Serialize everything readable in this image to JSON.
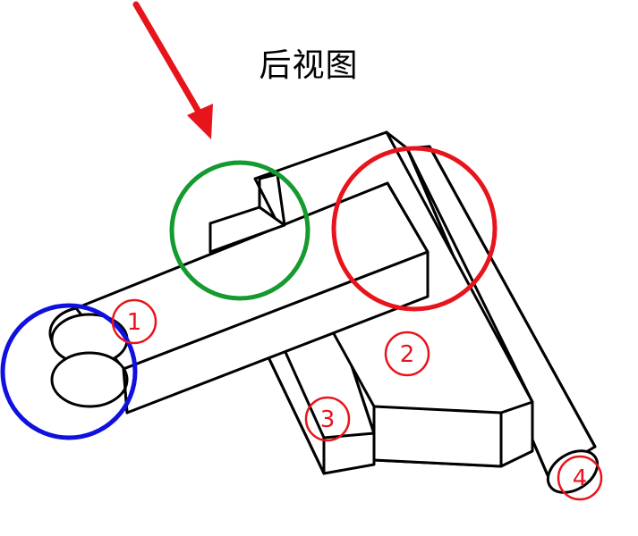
{
  "title": "后视图",
  "labels": [
    {
      "id": "part-1",
      "text": "1"
    },
    {
      "id": "part-2",
      "text": "2"
    },
    {
      "id": "part-3",
      "text": "3"
    },
    {
      "id": "part-4",
      "text": "4"
    }
  ],
  "colors": {
    "arrow": "#e8141b",
    "label": "#e8141b",
    "circle_blue": "#1010e0",
    "circle_green": "#159a2f",
    "circle_red": "#e8141b",
    "line": "#000000"
  }
}
